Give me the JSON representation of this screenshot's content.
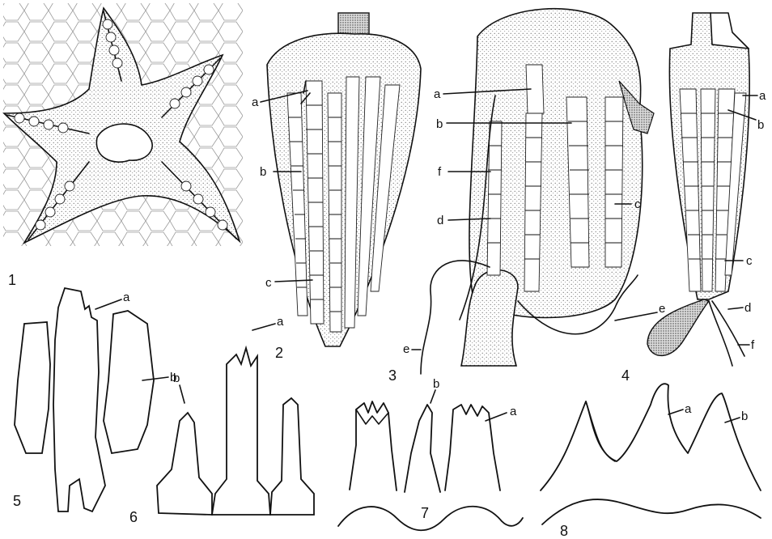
{
  "figures": {
    "1": "1",
    "2": "2",
    "3": "3",
    "4": "4",
    "5": "5",
    "6": "6",
    "7": "7",
    "8": "8"
  },
  "labels": {
    "a": "a",
    "b": "b",
    "c": "c",
    "d": "d",
    "e": "e",
    "f": "f"
  }
}
